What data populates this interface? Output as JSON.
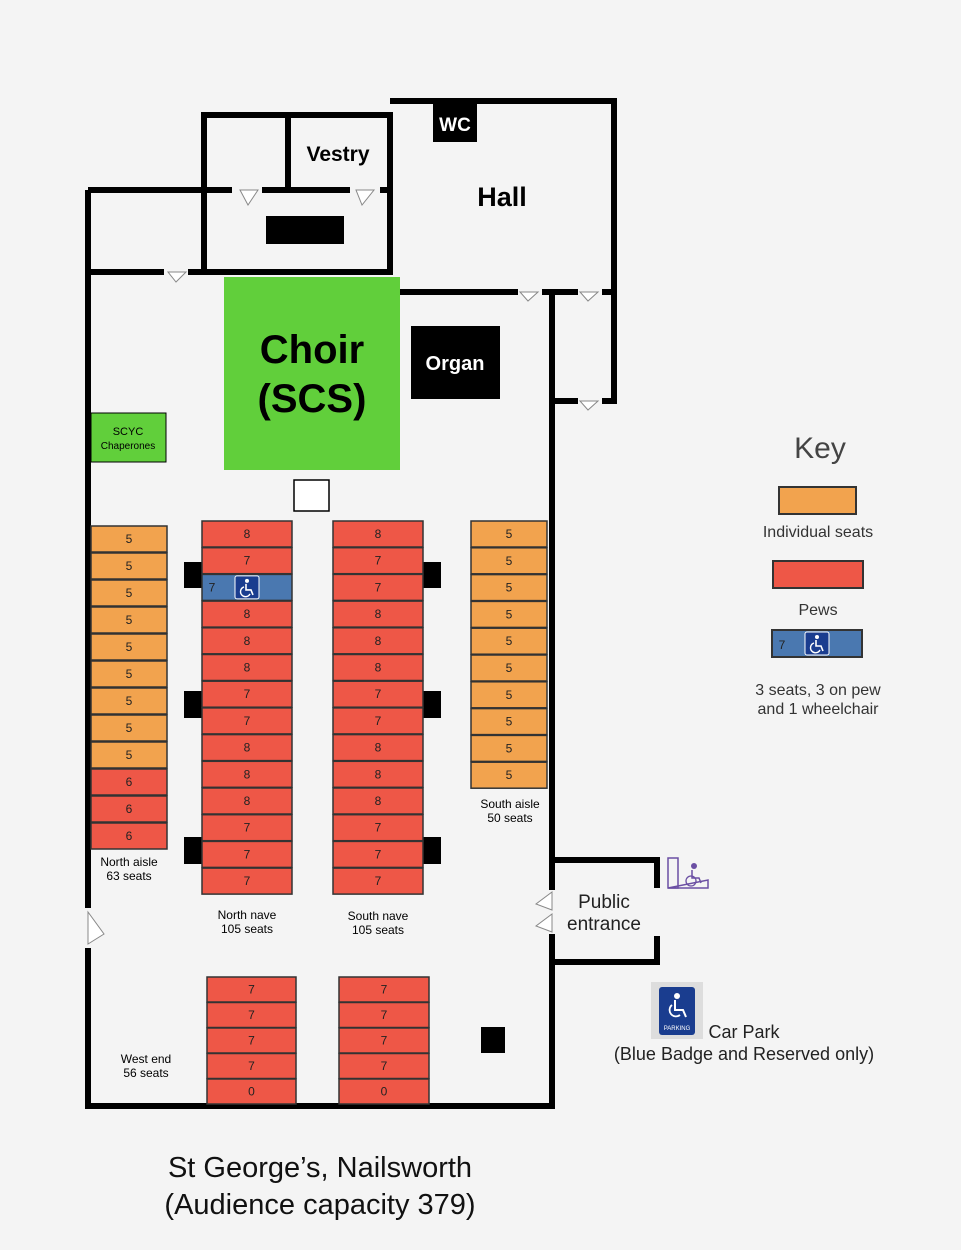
{
  "rooms": {
    "wc": "WC",
    "vestry": "Vestry",
    "hall": "Hall",
    "choir_line1": "Choir",
    "choir_line2": "(SCS)",
    "organ": "Organ",
    "scyc_line1": "SCYC",
    "scyc_line2": "Chaperones"
  },
  "colors": {
    "individual": "#f2a34e",
    "pew": "#ee5747",
    "wheelchair_pew": "#4a78b0",
    "choir": "#61cf3b",
    "wall": "#000000"
  },
  "sections": {
    "north_aisle": {
      "name": "North aisle",
      "capacity": "63 seats",
      "rows": [
        "5",
        "5",
        "5",
        "5",
        "5",
        "5",
        "5",
        "5",
        "5",
        "6",
        "6",
        "6"
      ],
      "types": [
        "i",
        "i",
        "i",
        "i",
        "i",
        "i",
        "i",
        "i",
        "i",
        "p",
        "p",
        "p"
      ]
    },
    "north_nave": {
      "name": "North nave",
      "capacity": "105 seats",
      "rows": [
        "8",
        "7",
        "7",
        "8",
        "8",
        "8",
        "7",
        "7",
        "8",
        "8",
        "8",
        "7",
        "7",
        "7"
      ],
      "wheelchair_row": 2
    },
    "south_nave": {
      "name": "South nave",
      "capacity": "105 seats",
      "rows": [
        "8",
        "7",
        "7",
        "8",
        "8",
        "8",
        "7",
        "7",
        "8",
        "8",
        "8",
        "7",
        "7",
        "7"
      ]
    },
    "south_aisle": {
      "name": "South aisle",
      "capacity": "50 seats",
      "rows": [
        "5",
        "5",
        "5",
        "5",
        "5",
        "5",
        "5",
        "5",
        "5",
        "5"
      ]
    },
    "west_end": {
      "name": "West end",
      "capacity": "56 seats",
      "left_rows": [
        "7",
        "7",
        "7",
        "7",
        "0"
      ],
      "right_rows": [
        "7",
        "7",
        "7",
        "7",
        "0"
      ]
    }
  },
  "key": {
    "title": "Key",
    "individual_label": "Individual seats",
    "pews_label": "Pews",
    "wheelchair_value": "7",
    "wheelchair_label_line1": "3 seats, 3 on pew",
    "wheelchair_label_line2": "and 1 wheelchair"
  },
  "entrance": {
    "line1": "Public",
    "line2": "entrance"
  },
  "car_park": {
    "badge_text": "PARKING",
    "line1": "Car Park",
    "line2": "(Blue Badge and Reserved only)"
  },
  "caption": {
    "line1": "St George’s, Nailsworth",
    "line2": "(Audience capacity 379)"
  }
}
